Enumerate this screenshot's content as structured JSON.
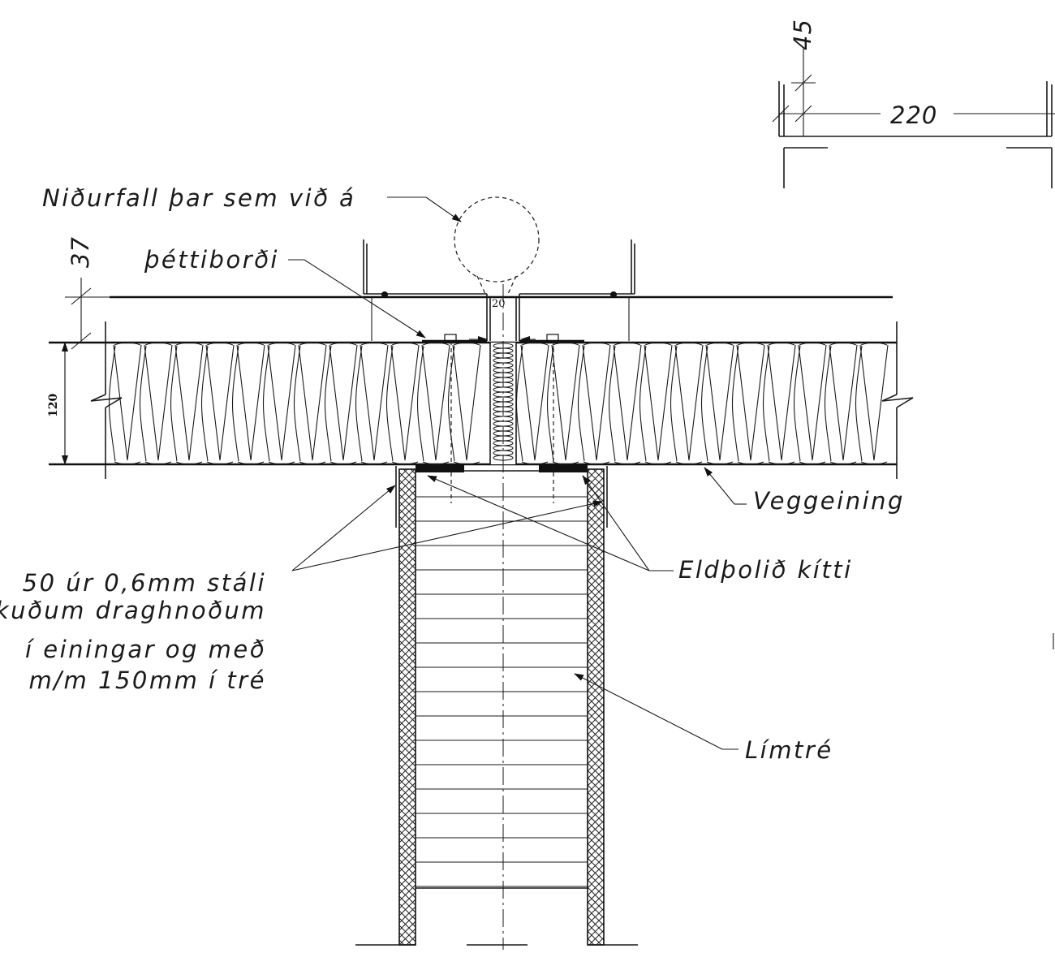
{
  "labels": {
    "downpipe": "Niðurfall þar sem við á",
    "sealing_strip": "þéttiborði",
    "wall_unit": "Veggeining",
    "fire_caulk": "Eldþolið kítti",
    "glulam": "Límtré",
    "bracket_line1": "50 úr 0,6mm stáli",
    "bracket_line2": "kuðum draghnoðum",
    "bracket_line3": "í einingar og með",
    "bracket_line4": "m/m 150mm í tré"
  },
  "dimensions": {
    "top_height": "45",
    "top_width": "220",
    "upper_gap": "37",
    "panel_thickness": "120",
    "joint_gap": "20"
  }
}
